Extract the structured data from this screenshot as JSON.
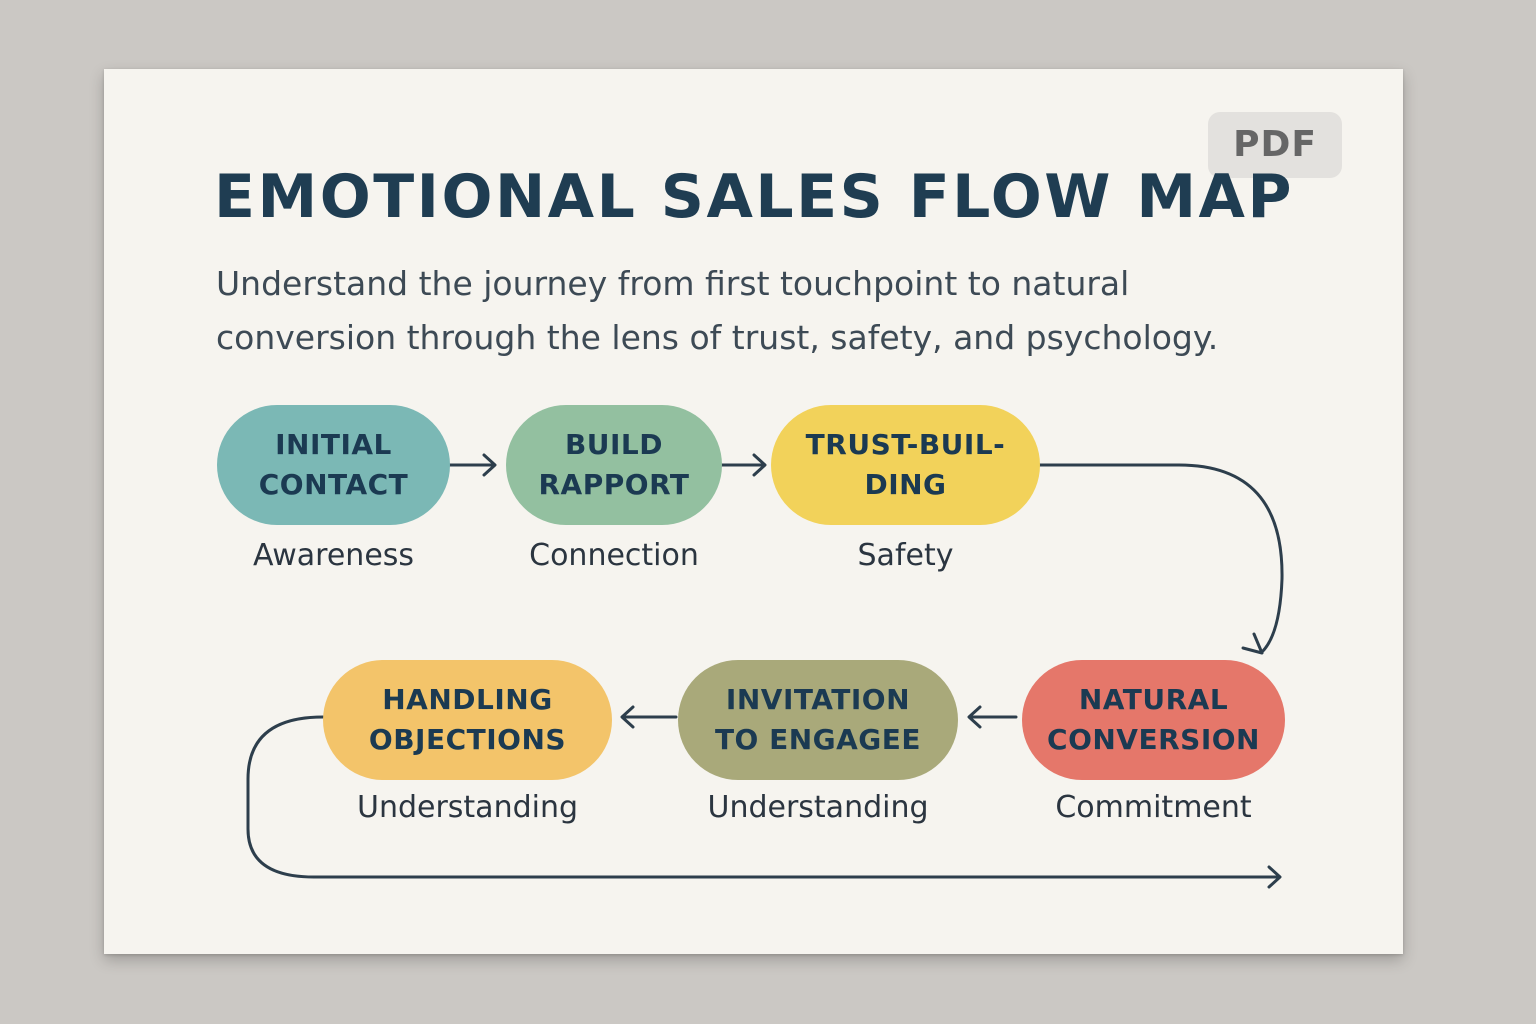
{
  "badge": {
    "label": "PDF"
  },
  "header": {
    "title": "EMOTIONAL SALES FLOW MAP",
    "subtitle_line1": "Understand the journey from first touchpoint to natural",
    "subtitle_line2": "conversion through the lens of trust, safety, and psychology."
  },
  "stages": [
    {
      "line1": "INITIAL",
      "line2": "CONTACT",
      "label": "Awareness",
      "color": "#7bb8b5"
    },
    {
      "line1": "BUILD",
      "line2": "RAPPORT",
      "label": "Connection",
      "color": "#93c0a0"
    },
    {
      "line1": "TRUST-BUIL-",
      "line2": "DING",
      "label": "Safety",
      "color": "#f2d25a"
    },
    {
      "line1": "NATURAL",
      "line2": "CONVERSION",
      "label": "Commitment",
      "color": "#e5776a"
    },
    {
      "line1": "INVITATION",
      "line2": "TO ENGAGEE",
      "label": "Understanding",
      "color": "#a9a97a"
    },
    {
      "line1": "HANDLING",
      "line2": "OBJECTIONS",
      "label": "Understanding",
      "color": "#f3c46a"
    }
  ],
  "colors": {
    "title": "#1f3d52",
    "arrow": "#2d3e4c",
    "paper": "#f6f4ef",
    "background": "#cbc8c4"
  }
}
